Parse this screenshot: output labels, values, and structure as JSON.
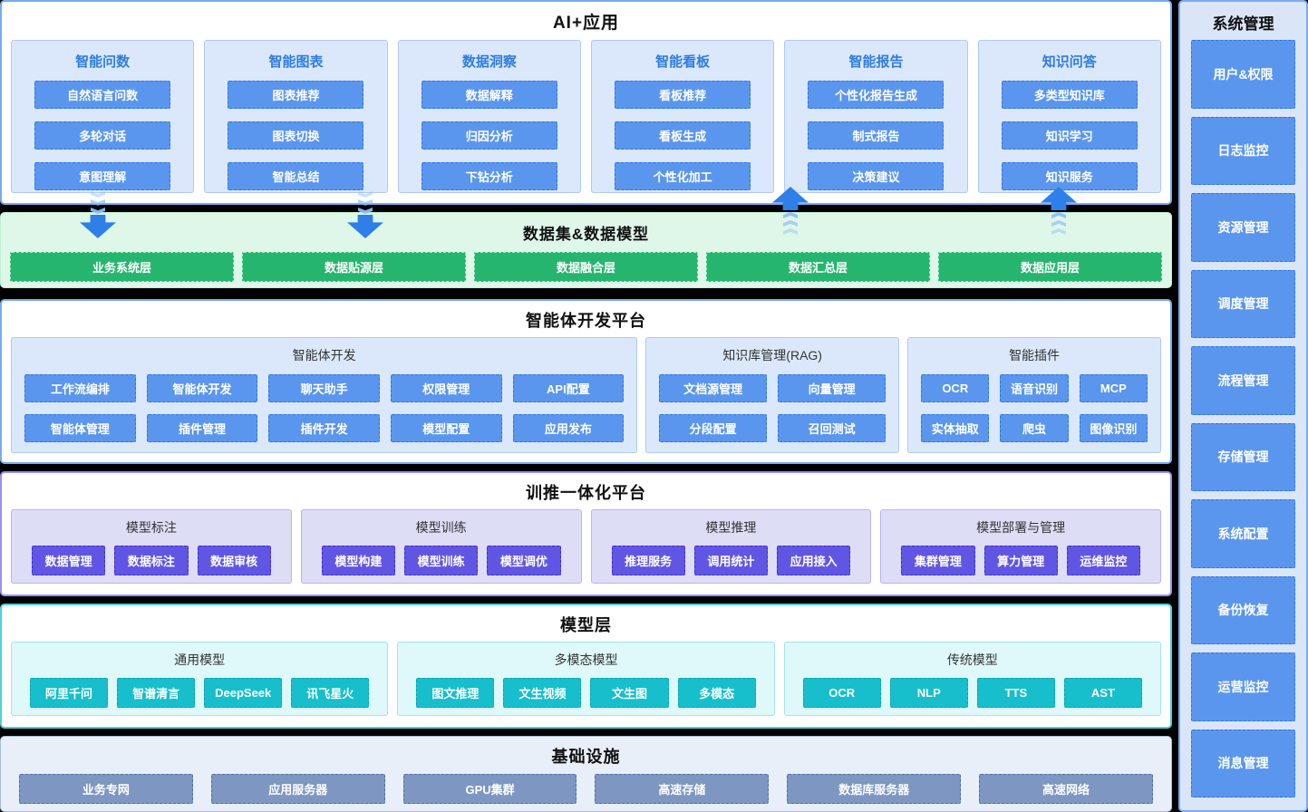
{
  "ai_apps": {
    "title": "AI+应用",
    "columns": [
      {
        "title": "智能问数",
        "items": [
          "自然语言问数",
          "多轮对话",
          "意图理解"
        ]
      },
      {
        "title": "智能图表",
        "items": [
          "图表推荐",
          "图表切换",
          "智能总结"
        ]
      },
      {
        "title": "数据洞察",
        "items": [
          "数据解释",
          "归因分析",
          "下钻分析"
        ]
      },
      {
        "title": "智能看板",
        "items": [
          "看板推荐",
          "看板生成",
          "个性化加工"
        ]
      },
      {
        "title": "智能报告",
        "items": [
          "个性化报告生成",
          "制式报告",
          "决策建议"
        ]
      },
      {
        "title": "知识问答",
        "items": [
          "多类型知识库",
          "知识学习",
          "知识服务"
        ]
      }
    ]
  },
  "dataset": {
    "title": "数据集&数据模型",
    "items": [
      "业务系统层",
      "数据贴源层",
      "数据融合层",
      "数据汇总层",
      "数据应用层"
    ]
  },
  "agent_platform": {
    "title": "智能体开发平台",
    "groups": [
      {
        "title": "智能体开发",
        "rows": [
          [
            "工作流编排",
            "智能体开发",
            "聊天助手",
            "权限管理",
            "API配置"
          ],
          [
            "智能体管理",
            "插件管理",
            "插件开发",
            "模型配置",
            "应用发布"
          ]
        ]
      },
      {
        "title": "知识库管理(RAG)",
        "rows": [
          [
            "文档源管理",
            "向量管理"
          ],
          [
            "分段配置",
            "召回测试"
          ]
        ]
      },
      {
        "title": "智能插件",
        "rows": [
          [
            "OCR",
            "语音识别",
            "MCP"
          ],
          [
            "实体抽取",
            "爬虫",
            "图像识别"
          ]
        ]
      }
    ]
  },
  "training_platform": {
    "title": "训推一体化平台",
    "groups": [
      {
        "title": "模型标注",
        "items": [
          "数据管理",
          "数据标注",
          "数据审核"
        ]
      },
      {
        "title": "模型训练",
        "items": [
          "模型构建",
          "模型训练",
          "模型调优"
        ]
      },
      {
        "title": "模型推理",
        "items": [
          "推理服务",
          "调用统计",
          "应用接入"
        ]
      },
      {
        "title": "模型部署与管理",
        "items": [
          "集群管理",
          "算力管理",
          "运维监控"
        ]
      }
    ]
  },
  "model_layer": {
    "title": "模型层",
    "groups": [
      {
        "title": "通用模型",
        "items": [
          "阿里千问",
          "智谱清言",
          "DeepSeek",
          "讯飞星火"
        ]
      },
      {
        "title": "多模态模型",
        "items": [
          "图文推理",
          "文生视频",
          "文生图",
          "多模态"
        ]
      },
      {
        "title": "传统模型",
        "items": [
          "OCR",
          "NLP",
          "TTS",
          "AST"
        ]
      }
    ]
  },
  "infrastructure": {
    "title": "基础设施",
    "items": [
      "业务专网",
      "应用服务器",
      "GPU集群",
      "高速存储",
      "数据库服务器",
      "高速网络"
    ]
  },
  "sidebar": {
    "title": "系统管理",
    "items": [
      "用户&权限",
      "日志监控",
      "资源管理",
      "调度管理",
      "流程管理",
      "存储管理",
      "系统配置",
      "备份恢复",
      "运营监控",
      "消息管理"
    ]
  },
  "icons": {
    "down_arrow": "triple-chevron-down-arrow",
    "up_arrow": "triple-chevron-up-arrow"
  },
  "colors": {
    "app_blue": "#5B96EE",
    "data_green": "#26B56E",
    "platform_purple": "#6156E3",
    "model_teal": "#16BFCB",
    "infra_slate": "#7E96C2",
    "arrow_blue": "#2F7FE8",
    "column_title_blue": "#2E7CE5"
  }
}
